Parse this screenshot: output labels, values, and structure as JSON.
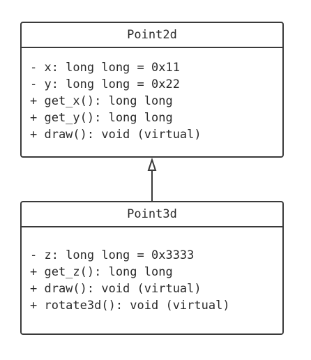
{
  "diagram": {
    "classes": [
      {
        "name": "Point2d",
        "members": [
          "- x: long long = 0x11",
          "- y: long long = 0x22",
          "+ get_x(): long long",
          "+ get_y(): long long",
          "+ draw(): void (virtual)"
        ]
      },
      {
        "name": "Point3d",
        "members": [
          "- z: long long = 0x3333",
          "+ get_z(): long long",
          "+ draw(): void (virtual)",
          "+ rotate3d(): void (virtual)"
        ]
      }
    ],
    "colors": {
      "border": "#3a3a3a",
      "text": "#2a2a2a",
      "background": "#ffffff"
    }
  }
}
